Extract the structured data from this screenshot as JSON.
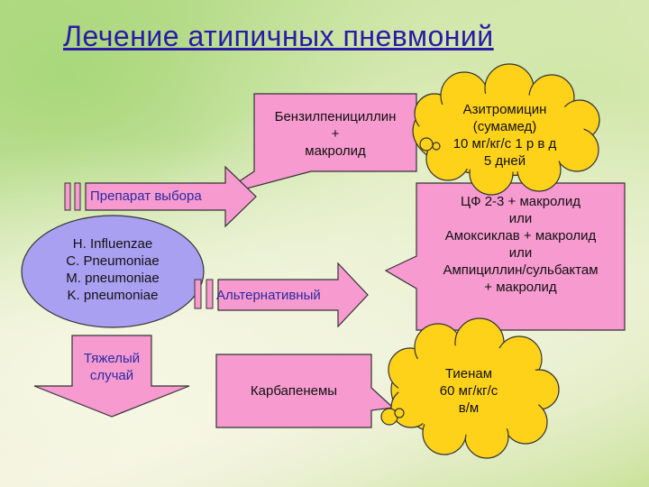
{
  "title": "Лечение атипичных пневмоний",
  "pathogens": [
    "H. Influenzae",
    "C. Pneumoniae",
    "M. pneumoniae",
    "K. pneumoniae"
  ],
  "choice": {
    "label": "Препарат выбора",
    "drug_lines": [
      "Бензилпенициллин",
      "+",
      "макролид"
    ],
    "cloud_lines": [
      "Азитромицин",
      "(сумамед)",
      "10 мг/кг/с 1 р в д",
      "5 дней"
    ]
  },
  "alternative": {
    "label": "Альтернативный",
    "box_lines": [
      "ЦФ 2-3 + макролид",
      "или",
      "Амоксиклав + макролид",
      "или",
      "Ампициллин/сульбактам",
      "+ макролид"
    ]
  },
  "severe": {
    "label_lines": [
      "Тяжелый",
      "случай"
    ],
    "drug": "Карбапенемы",
    "cloud_lines": [
      "Тиенам",
      "60 мг/кг/с",
      "в/м"
    ]
  },
  "colors": {
    "pink": "#f79ad0",
    "ellipse": "#a9a0f2",
    "cloud": "#ffd21a",
    "title": "#2a1aa8"
  }
}
